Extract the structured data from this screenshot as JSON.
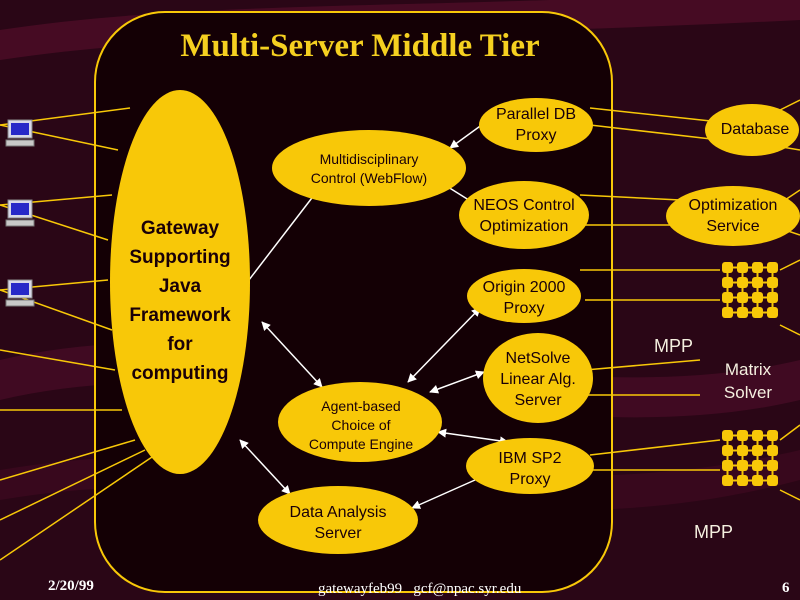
{
  "title": "Multi-Server Middle Tier",
  "gateway": {
    "lines": [
      "Gateway",
      "Supporting",
      "Java",
      "Framework",
      "for",
      "computing"
    ]
  },
  "inner_nodes": {
    "parallel_db_proxy": [
      "Parallel DB",
      "Proxy"
    ],
    "multidisciplinary_control": [
      "Multidisciplinary",
      "Control (WebFlow)"
    ],
    "neos_control": [
      "NEOS Control",
      "Optimization"
    ],
    "origin_2000_proxy": [
      "Origin 2000",
      "Proxy"
    ],
    "netsolve_server": [
      "NetSolve",
      "Linear Alg.",
      "Server"
    ],
    "agent_based_choice": [
      "Agent-based",
      "Choice of",
      "Compute Engine"
    ],
    "ibm_sp2_proxy": [
      "IBM SP2",
      "Proxy"
    ],
    "data_analysis_server": [
      "Data Analysis",
      "Server"
    ]
  },
  "outer_nodes": {
    "database": [
      "Database"
    ],
    "optimization_service": [
      "Optimization",
      "Service"
    ],
    "matrix_solver": [
      "Matrix",
      "Solver"
    ]
  },
  "mpp_labels": [
    "MPP",
    "MPP"
  ],
  "icons": [
    "computer-icon",
    "mpp-grid-icon"
  ],
  "footer": {
    "date": "2/20/99",
    "center": "gatewayfeb99   gcf@npac.syr.edu",
    "page": "6"
  },
  "colors": {
    "background": "#2a0616",
    "node_fill": "#f8c808",
    "title": "#f5d020",
    "outer_text": "#f5f0e0",
    "stripe": "#5c1030"
  }
}
